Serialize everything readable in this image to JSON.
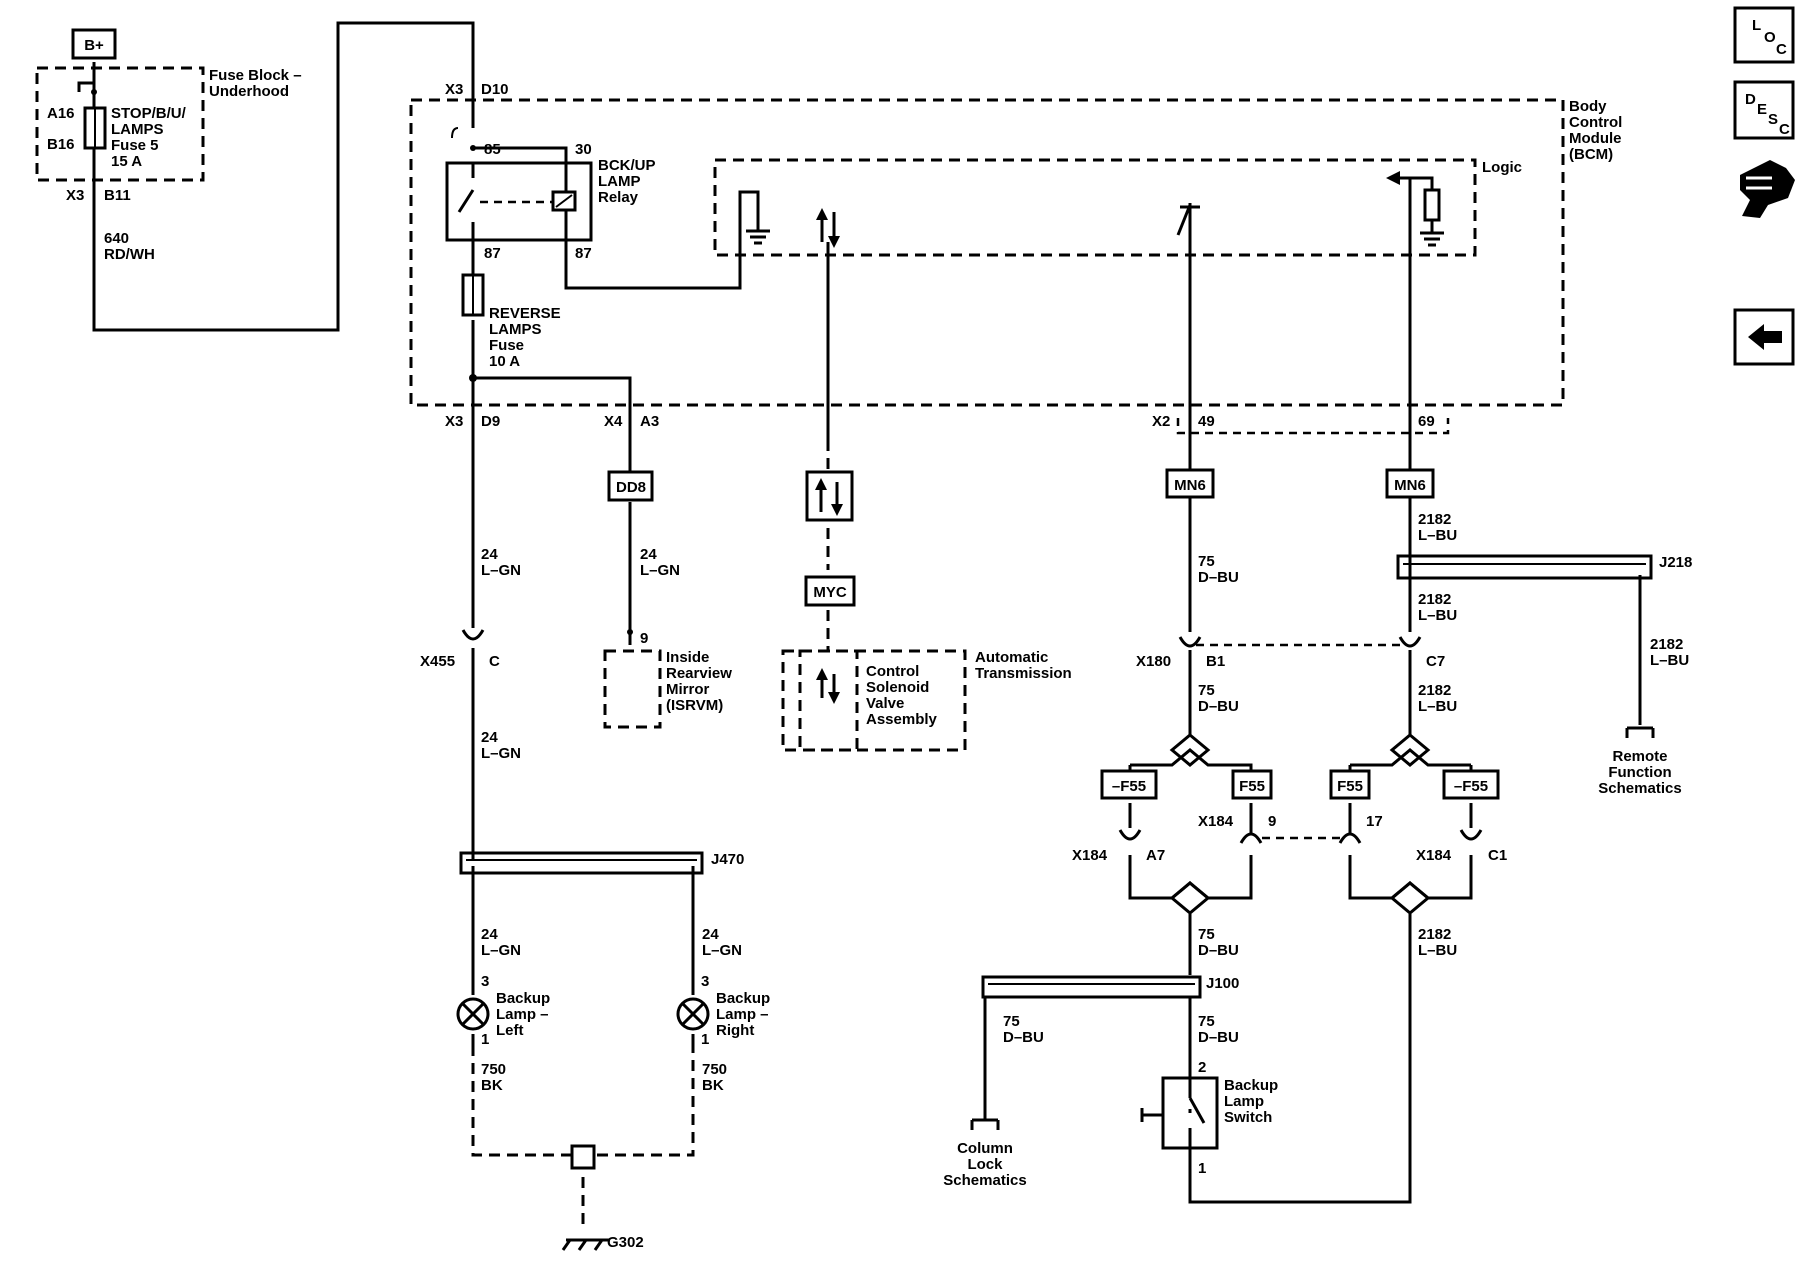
{
  "nav": {
    "loc": [
      "L",
      "O",
      "C"
    ],
    "desc": [
      "D",
      "E",
      "S",
      "C"
    ]
  },
  "labels": {
    "bplus": "B+",
    "fuse_block": [
      "Fuse Block –",
      "Underhood"
    ],
    "a16": "A16",
    "b16": "B16",
    "fuse5": [
      "STOP/B/U/",
      "LAMPS",
      "Fuse 5",
      "15 A"
    ],
    "x3_b11": [
      "X3",
      "B11"
    ],
    "w640": [
      "640",
      "RD/WH"
    ],
    "x3_d10": [
      "X3",
      "D10"
    ],
    "bcm": [
      "Body",
      "Control",
      "Module",
      "(BCM)"
    ],
    "pin85": "85",
    "pin30": "30",
    "pin87a": "87",
    "pin87b": "87",
    "relay": [
      "BCK/UP",
      "LAMP",
      "Relay"
    ],
    "logic": "Logic",
    "rev_fuse": [
      "REVERSE",
      "LAMPS",
      "Fuse",
      "10 A"
    ],
    "x3_d9": [
      "X3",
      "D9"
    ],
    "x4_a3": [
      "X4",
      "A3"
    ],
    "x2": "X2",
    "p49": "49",
    "p69": "69",
    "dd8": "DD8",
    "myc": "MYC",
    "mn6a": "MN6",
    "mn6b": "MN6",
    "w24_1": [
      "24",
      "L–GN"
    ],
    "w24_2": [
      "24",
      "L–GN"
    ],
    "w24_3": [
      "24",
      "L–GN"
    ],
    "w24_4": [
      "24",
      "L–GN"
    ],
    "w24_5": [
      "24",
      "L–GN"
    ],
    "isrvm_pin": "9",
    "isrvm": [
      "Inside",
      "Rearview",
      "Mirror",
      "(ISRVM)"
    ],
    "solenoid": [
      "Control",
      "Solenoid",
      "Valve",
      "Assembly"
    ],
    "auto_trans": [
      "Automatic",
      "Transmission"
    ],
    "x455": "X455",
    "x455c": "C",
    "j470": "J470",
    "pin3l": "3",
    "pin3r": "3",
    "pin1l": "1",
    "pin1r": "1",
    "lamp_left": [
      "Backup",
      "Lamp –",
      "Left"
    ],
    "lamp_right": [
      "Backup",
      "Lamp –",
      "Right"
    ],
    "w750_l": [
      "750",
      "BK"
    ],
    "w750_r": [
      "750",
      "BK"
    ],
    "g302": "G302",
    "w75_1": [
      "75",
      "D–BU"
    ],
    "w75_2": [
      "75",
      "D–BU"
    ],
    "w75_3": [
      "75",
      "D–BU"
    ],
    "w75_4": [
      "75",
      "D–BU"
    ],
    "w75_5": [
      "75",
      "D–BU"
    ],
    "w2182_1": [
      "2182",
      "L–BU"
    ],
    "w2182_2": [
      "2182",
      "L–BU"
    ],
    "w2182_3": [
      "2182",
      "L–BU"
    ],
    "w2182_4": [
      "2182",
      "L–BU"
    ],
    "w2182_5": [
      "2182",
      "L–BU"
    ],
    "j218": "J218",
    "remote": [
      "Remote",
      "Function",
      "Schematics"
    ],
    "x180": "X180",
    "b1": "B1",
    "c7": "C7",
    "f55_1": "–F55",
    "f55_2": "F55",
    "f55_3": "F55",
    "f55_4": "–F55",
    "x184_top": "X184",
    "p9": "9",
    "p17": "17",
    "x184_a7": "X184",
    "a7": "A7",
    "x184_c1": "X184",
    "c1": "C1",
    "j100": "J100",
    "column_lock": [
      "Column",
      "Lock",
      "Schematics"
    ],
    "pin2": "2",
    "pin1s": "1",
    "switch": [
      "Backup",
      "Lamp",
      "Switch"
    ]
  },
  "colors": {
    "line": "#000000",
    "background": "#ffffff"
  }
}
